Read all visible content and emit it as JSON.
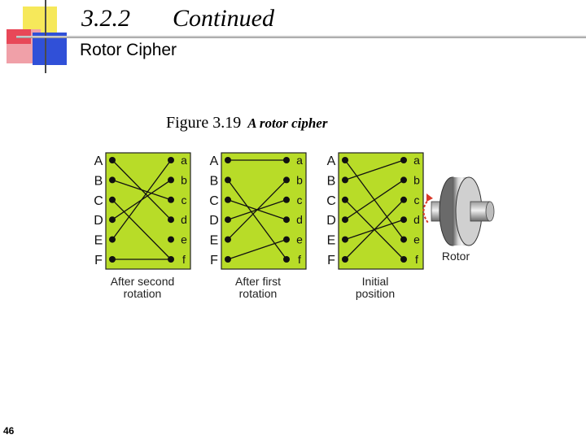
{
  "slide": {
    "title_number": "3.2.2",
    "title_text": "Continued",
    "subtitle": "Rotor Cipher",
    "page_number": "46"
  },
  "figure": {
    "number": "Figure 3.19",
    "caption": "A rotor cipher",
    "rotor_label": "Rotor",
    "colors": {
      "board": "#b8dc28",
      "board_border": "#222222",
      "wire": "#111111"
    },
    "panels": [
      {
        "left_letters": [
          "A",
          "B",
          "C",
          "D",
          "E",
          "F"
        ],
        "right_letters": [
          "a",
          "b",
          "c",
          "d",
          "e",
          "f"
        ],
        "caption_line1": "After second",
        "caption_line2": "rotation",
        "wires": [
          [
            0,
            3
          ],
          [
            1,
            2
          ],
          [
            2,
            5
          ],
          [
            3,
            1
          ],
          [
            4,
            0
          ],
          [
            5,
            5
          ]
        ]
      },
      {
        "left_letters": [
          "A",
          "B",
          "C",
          "D",
          "E",
          "F"
        ],
        "right_letters": [
          "a",
          "b",
          "c",
          "d",
          "e",
          "f"
        ],
        "caption_line1": "After first",
        "caption_line2": "rotation",
        "wires": [
          [
            0,
            0
          ],
          [
            1,
            5
          ],
          [
            2,
            3
          ],
          [
            3,
            2
          ],
          [
            4,
            1
          ],
          [
            5,
            4
          ]
        ]
      },
      {
        "left_letters": [
          "A",
          "B",
          "C",
          "D",
          "E",
          "F"
        ],
        "right_letters": [
          "a",
          "b",
          "c",
          "d",
          "e",
          "f"
        ],
        "caption_line1": "Initial",
        "caption_line2": "position",
        "wires": [
          [
            0,
            4
          ],
          [
            1,
            0
          ],
          [
            2,
            5
          ],
          [
            3,
            1
          ],
          [
            4,
            3
          ],
          [
            5,
            2
          ]
        ]
      }
    ]
  }
}
